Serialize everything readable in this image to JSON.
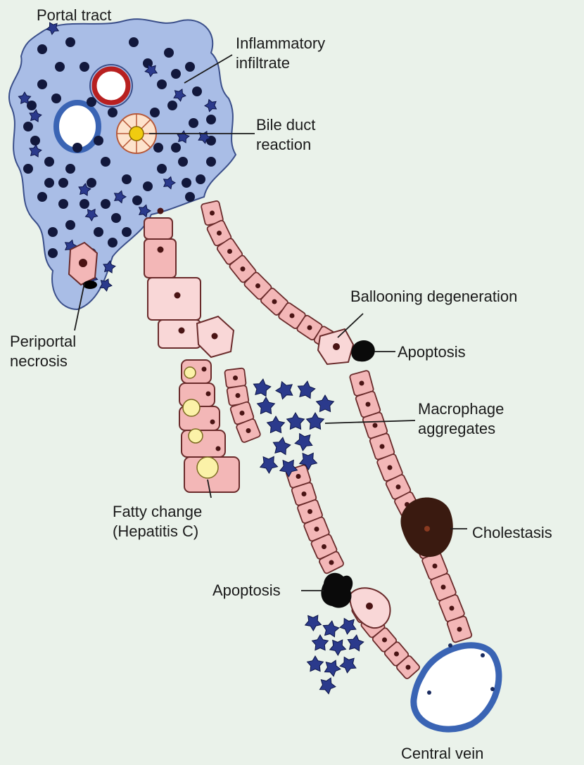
{
  "labels": {
    "portal_tract": "Portal tract",
    "inflammatory_infiltrate": [
      "Inflammatory",
      "infiltrate"
    ],
    "bile_duct_reaction": [
      "Bile duct",
      "reaction"
    ],
    "ballooning_degeneration": "Ballooning degeneration",
    "apoptosis_upper": "Apoptosis",
    "periportal_necrosis": [
      "Periportal",
      "necrosis"
    ],
    "macrophage_aggregates": [
      "Macrophage",
      "aggregates"
    ],
    "fatty_change": [
      "Fatty change",
      "(Hepatitis C)"
    ],
    "cholestasis": "Cholestasis",
    "apoptosis_lower": "Apoptosis",
    "central_vein": "Central vein"
  },
  "colors": {
    "background": "#eaf2ea",
    "portal_tract": "#a9bde6",
    "portal_outline": "#3b4f8a",
    "hepatocyte": "#f3b7b7",
    "hepatocyte_outline": "#6a2b2b",
    "ballooned_cell": "#f9d7d7",
    "nucleus": "#4a1414",
    "lymphocyte": "#12183c",
    "macrophage": "#2b3a8c",
    "fat_droplet": "#fbf2a8",
    "apoptotic_body": "#0a0a0a",
    "bile": "#3a1a10",
    "vein_wall": "#3a64b4"
  }
}
